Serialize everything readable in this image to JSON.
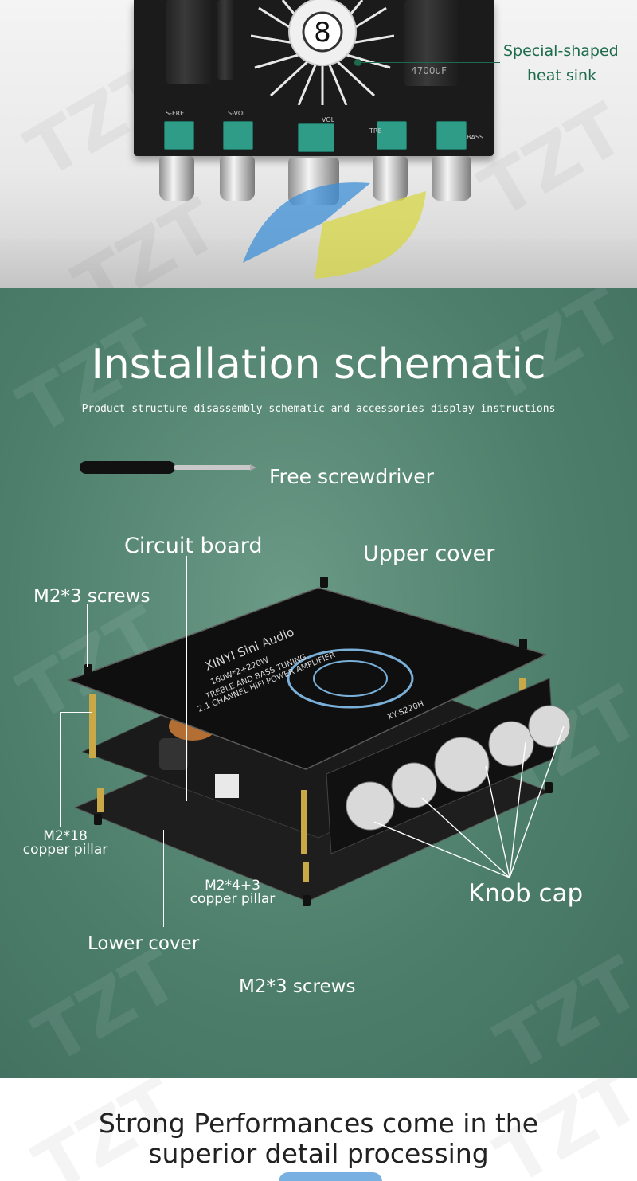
{
  "top": {
    "heatsink_label_line1": "Special-shaped",
    "heatsink_label_line2": "heat sink",
    "pot_labels": [
      "S-FRE",
      "S-VOL",
      "VOL",
      "TRE",
      "BASS"
    ],
    "capacitor_text": "4700uF"
  },
  "installation": {
    "title": "Installation schematic",
    "subtitle": "Product structure disassembly schematic and accessories display instructions",
    "labels": {
      "free_screwdriver": "Free screwdriver",
      "circuit_board": "Circuit board",
      "upper_cover": "Upper cover",
      "m2_3_screws_top": "M2*3 screws",
      "m2_18_line1": "M2*18",
      "m2_18_line2": "copper pillar",
      "m2_4_3_line1": "M2*4+3",
      "m2_4_3_line2": "copper pillar",
      "knob_cap": "Knob cap",
      "lower_cover": "Lower cover",
      "m2_3_screws_bottom": "M2*3 screws"
    },
    "board_print": {
      "brand": "XINYI Sini Audio",
      "power": "160W*2+220W",
      "tuning": "TREBLE AND BASS TUNING",
      "desc": "2.1 CHANNEL HIFI POWER AMPLIFIER",
      "model": "XY-S220H"
    }
  },
  "bottom": {
    "headline_line1": "Strong Performances come in the",
    "headline_line2": "superior detail processing"
  },
  "watermark": "TZT",
  "colors": {
    "accent_green": "#1d6b4d",
    "panel_green": "#4d7f6c",
    "pot_teal": "#2f9c88"
  }
}
